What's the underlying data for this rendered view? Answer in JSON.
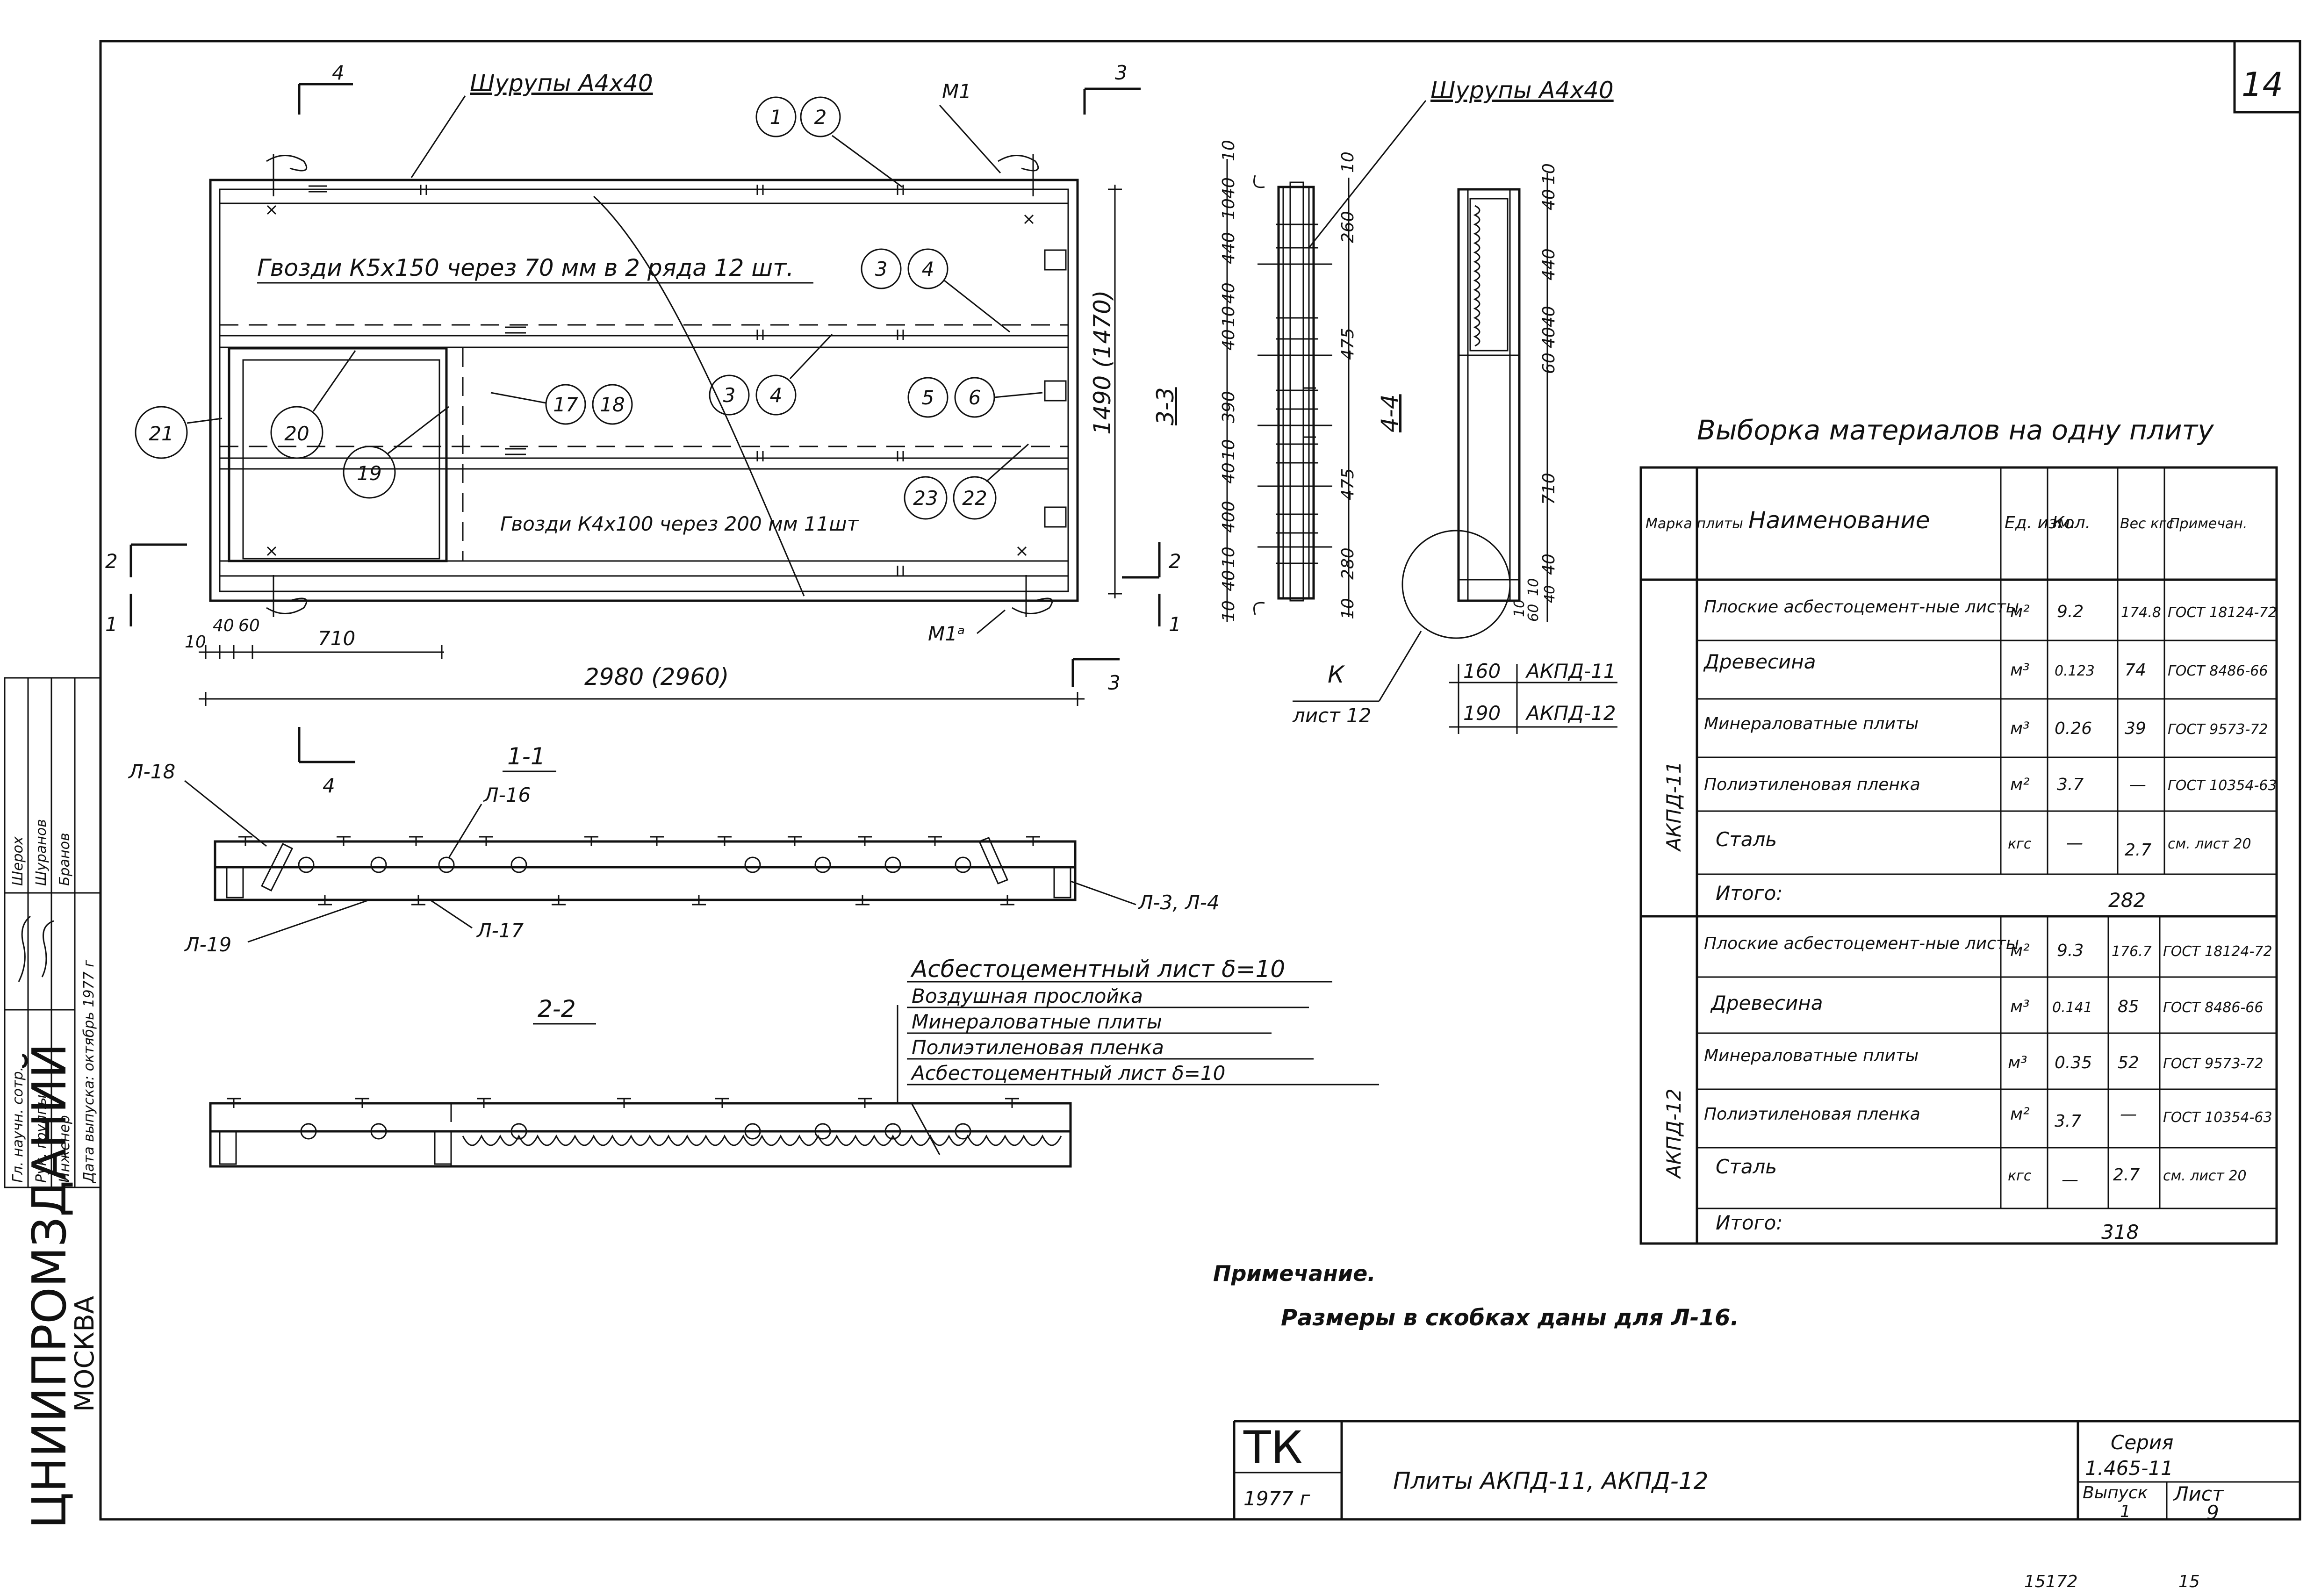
{
  "sheet": {
    "page_number": "14",
    "bottom_codes": [
      "15172",
      "15"
    ],
    "org_name": "ЦНИИПРОМЗДАНИЙ",
    "org_city": "МОСКВА",
    "stamp": [
      {
        "role": "Гл. научн. сотр.",
        "name": "Шерох"
      },
      {
        "role": "Рук. группы",
        "name": "Шуранов"
      },
      {
        "role": "Инженер",
        "name": "Бранов"
      },
      {
        "role": "Дата выпуска: октябрь 1977 г",
        "name": ""
      }
    ]
  },
  "plan": {
    "screw_note": "Шурупы А4х40",
    "nails_top": "Гвозди К5х150 через 70 мм в 2 ряда 12 шт.",
    "nails_bottom": "Гвозди К4х100 через 200 мм 11шт",
    "cut_marks": [
      "4",
      "3",
      "2",
      "1",
      "2",
      "1",
      "3",
      "4"
    ],
    "m1_top": "М1",
    "m1_bottom": "М1ᵃ",
    "bubbles": [
      "1",
      "2",
      "3",
      "4",
      "3",
      "4",
      "5",
      "6",
      "17",
      "18",
      "20",
      "19",
      "21",
      "23",
      "22"
    ],
    "dims_bottom": [
      "10",
      "40",
      "60",
      "710"
    ],
    "overall_length": "2980 (2960)",
    "height": "1490 (1470)"
  },
  "section33": {
    "label": "3-3",
    "screw_note": "Шурупы А4х40",
    "dims": [
      "10",
      "40",
      "10",
      "440",
      "40",
      "10",
      "40",
      "390",
      "10",
      "40",
      "400",
      "10",
      "40",
      "10"
    ],
    "dims_inner": [
      "10",
      "260",
      "475",
      "475",
      "280",
      "10"
    ]
  },
  "section44": {
    "label": "4-4",
    "dims": [
      "10",
      "40",
      "440",
      "40",
      "40",
      "60",
      "710",
      "40",
      "10",
      "40",
      "10",
      "60"
    ],
    "detail_mark": "К",
    "detail_sheet": "лист 12",
    "width_rows": [
      {
        "value": "160",
        "mark": "АКПД-11"
      },
      {
        "value": "190",
        "mark": "АКПД-12"
      }
    ]
  },
  "section11": {
    "label": "1-1",
    "callouts": [
      "Л-18",
      "Л-16",
      "Л-19",
      "Л-17",
      "Л-3, Л-4"
    ]
  },
  "section22": {
    "label": "2-2",
    "layers": [
      "Асбестоцементный лист δ=10",
      "Воздушная прослойка",
      "Минераловатные плиты",
      "Полиэтиленовая пленка",
      "Асбестоцементный лист δ=10"
    ]
  },
  "materials": {
    "title": "Выборка материалов на одну плиту",
    "headers": [
      "Марка плиты",
      "Наименование",
      "Ед. изм.",
      "Кол.",
      "Вес кгс",
      "Примечан."
    ],
    "groups": [
      {
        "mark": "АКПД-11",
        "rows": [
          {
            "name": "Плоские асбестоцемент-ные листы",
            "unit": "м²",
            "qty": "9.2",
            "weight": "174.8",
            "note": "ГОСТ 18124-72"
          },
          {
            "name": "Древесина",
            "unit": "м³",
            "qty": "0.123",
            "weight": "74",
            "note": "ГОСТ 8486-66"
          },
          {
            "name": "Минераловатные плиты",
            "unit": "м³",
            "qty": "0.26",
            "weight": "39",
            "note": "ГОСТ 9573-72"
          },
          {
            "name": "Полиэтиленовая пленка",
            "unit": "м²",
            "qty": "3.7",
            "weight": "—",
            "note": "ГОСТ 10354-63"
          },
          {
            "name": "Сталь",
            "unit": "кгс",
            "qty": "—",
            "weight": "2.7",
            "note": "см. лист 20"
          }
        ],
        "total_label": "Итого:",
        "total": "282"
      },
      {
        "mark": "АКПД-12",
        "rows": [
          {
            "name": "Плоские асбестоцемент-ные листы",
            "unit": "м²",
            "qty": "9.3",
            "weight": "176.7",
            "note": "ГОСТ 18124-72"
          },
          {
            "name": "Древесина",
            "unit": "м³",
            "qty": "0.141",
            "weight": "85",
            "note": "ГОСТ 8486-66"
          },
          {
            "name": "Минераловатные плиты",
            "unit": "м³",
            "qty": "0.35",
            "weight": "52",
            "note": "ГОСТ 9573-72"
          },
          {
            "name": "Полиэтиленовая пленка",
            "unit": "м²",
            "qty": "3.7",
            "weight": "—",
            "note": "ГОСТ 10354-63"
          },
          {
            "name": "Сталь",
            "unit": "кгс",
            "qty": "—",
            "weight": "2.7",
            "note": "см. лист 20"
          }
        ],
        "total_label": "Итого:",
        "total": "318"
      }
    ]
  },
  "note": {
    "title": "Примечание.",
    "text": "Размеры в скобках даны для Л-16."
  },
  "title_block": {
    "logo": "ТК",
    "year": "1977 г",
    "title": "Плиты АКПД-11, АКПД-12",
    "series_label": "Серия",
    "series_value": "1.465-11",
    "issue_label": "Выпуск",
    "issue_value": "1",
    "sheet_label": "Лист",
    "sheet_value": "9"
  }
}
